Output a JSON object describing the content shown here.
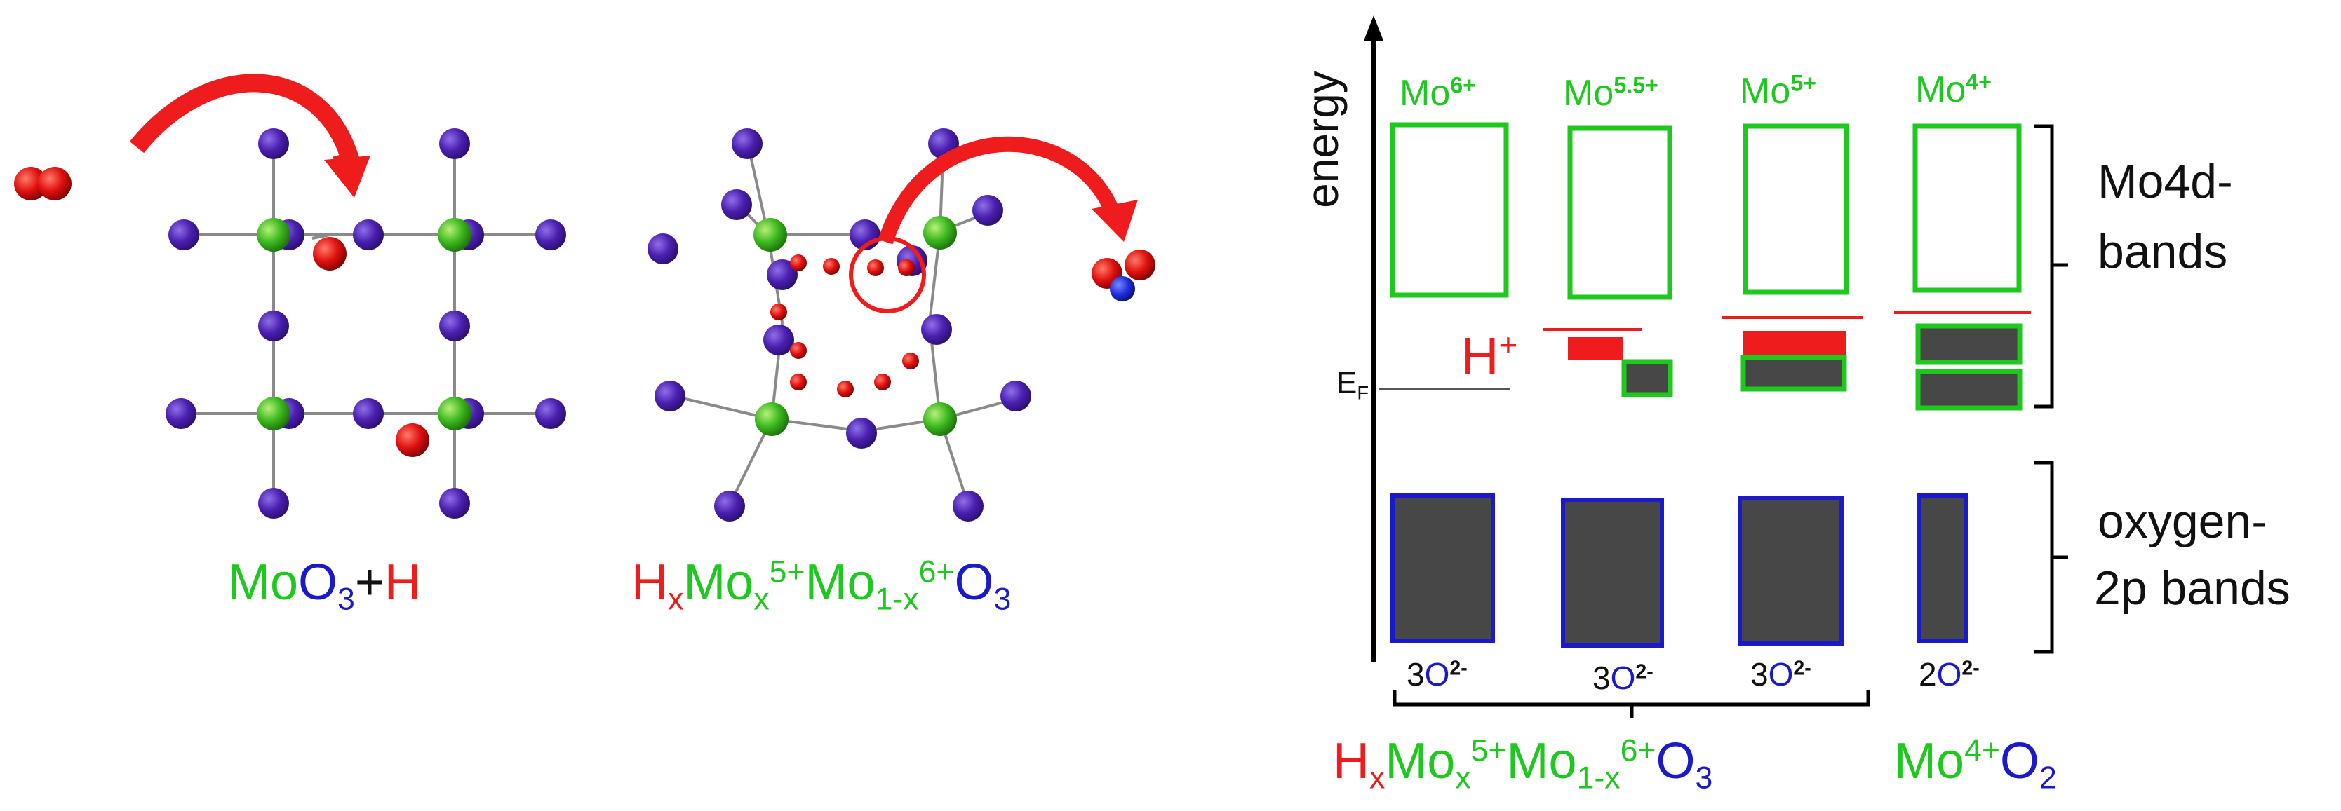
{
  "colors": {
    "green": "#1ec81e",
    "red": "#ee1c1c",
    "blue": "#1a1ac8",
    "atom_purple": "#5a1fae",
    "band_fill": "#474747"
  },
  "left": {
    "formula1": {
      "mo": "Mo",
      "o": "O",
      "o_sub": "3",
      "plus": "+",
      "h": "H"
    },
    "formula2": {
      "h": "H",
      "h_sub": "x",
      "mo1": "Mo",
      "mo1_sub": "x",
      "mo1_sup": "5+",
      "mo2": "Mo",
      "mo2_sub": "1-x",
      "mo2_sup": "6+",
      "o": "O",
      "o_sub": "3"
    }
  },
  "diagram": {
    "axis_label": "energy",
    "fermi": {
      "main": "E",
      "sub": "F"
    },
    "proton": {
      "main": "H",
      "sup": "+"
    },
    "columns": [
      {
        "ox": "Mo",
        "ox_sup": "6+",
        "oxy_count": "3",
        "oxy": "O",
        "oxy_sup": "2-"
      },
      {
        "ox": "Mo",
        "ox_sup": "5.5+",
        "oxy_count": "3",
        "oxy": "O",
        "oxy_sup": "2-"
      },
      {
        "ox": "Mo",
        "ox_sup": "5+",
        "oxy_count": "3",
        "oxy": "O",
        "oxy_sup": "2-"
      },
      {
        "ox": "Mo",
        "ox_sup": "4+",
        "oxy_count": "2",
        "oxy": "O",
        "oxy_sup": "2-"
      }
    ],
    "brace_labels": {
      "d_line1": "Mo4d-",
      "d_line2": "bands",
      "p_line1": "oxygen-",
      "p_line2": "2p bands"
    },
    "bottom_formula": {
      "h": "H",
      "h_sub": "x",
      "mo1": "Mo",
      "mo1_sub": "x",
      "mo1_sup": "5+",
      "mo2": "Mo",
      "mo2_sub": "1-x",
      "mo2_sup": "6+",
      "o": "O",
      "o_sub": "3"
    },
    "bottom_formula2": {
      "mo": "Mo",
      "mo_sup": "4+",
      "o": "O",
      "o_sub": "2"
    }
  }
}
